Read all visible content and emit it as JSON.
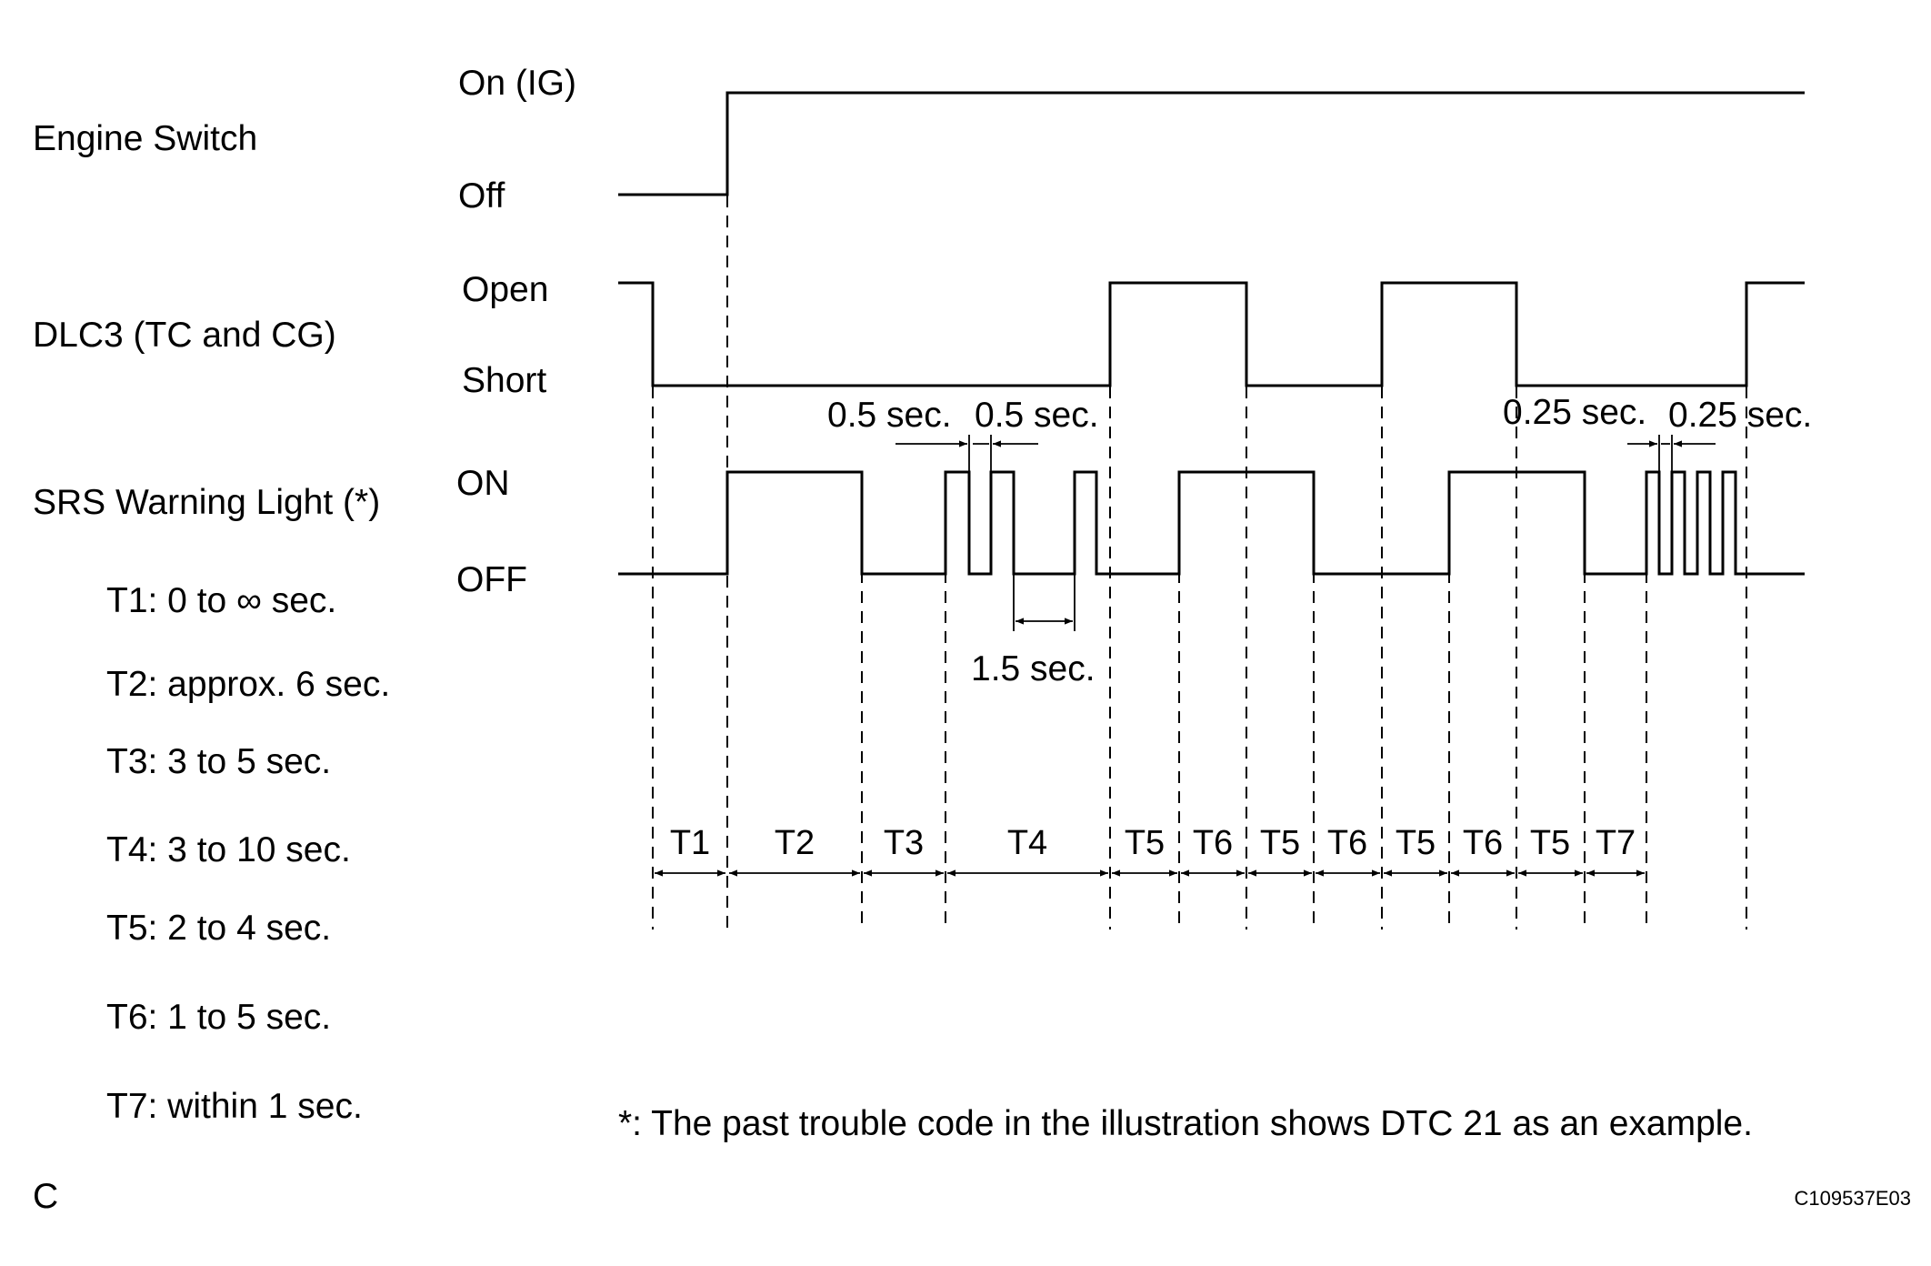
{
  "signals": {
    "engine_switch": {
      "name": "Engine Switch",
      "high": "On (IG)",
      "low": "Off"
    },
    "dlc3": {
      "name": "DLC3 (TC and CG)",
      "high": "Open",
      "low": "Short"
    },
    "srs": {
      "name": "SRS Warning Light (*)",
      "high": "ON",
      "low": "OFF"
    }
  },
  "legend": [
    "T1: 0 to ∞ sec.",
    "T2: approx. 6 sec.",
    "T3: 3 to 5 sec.",
    "T4: 3 to 10 sec.",
    "T5: 2 to 4 sec.",
    "T6: 1 to 5 sec.",
    "T7: within 1 sec."
  ],
  "segments": [
    "T1",
    "T2",
    "T3",
    "T4",
    "T5",
    "T6",
    "T5",
    "T6",
    "T5",
    "T6",
    "T5",
    "T7"
  ],
  "dimensions": {
    "blink_on": "0.5 sec.",
    "blink_off": "0.5 sec.",
    "pause": "1.5 sec.",
    "fast_on": "0.25 sec.",
    "fast_off": "0.25 sec."
  },
  "footnote": "*: The past trouble code in the illustration shows DTC 21 as an example.",
  "corner_mark": "C",
  "figure_ref": "C109537E03"
}
